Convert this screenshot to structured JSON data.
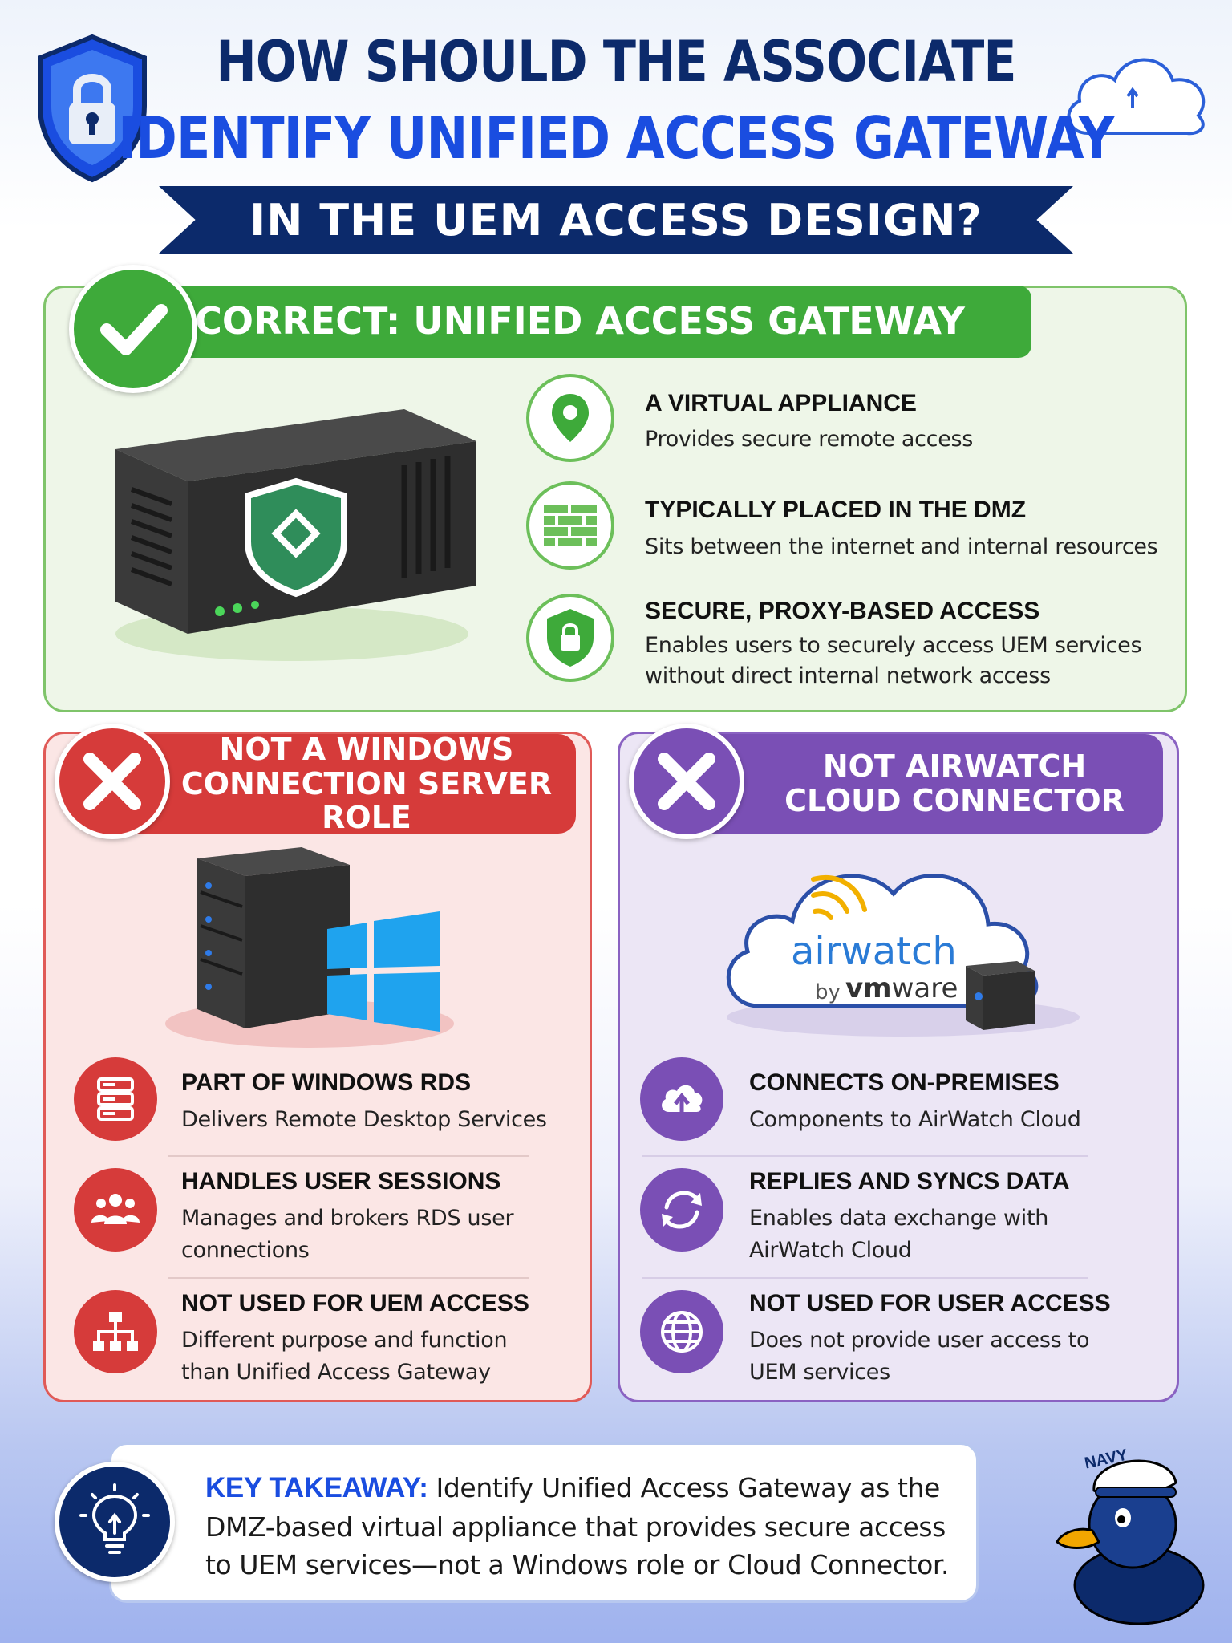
{
  "header": {
    "title_line1": "HOW SHOULD THE ASSOCIATE",
    "title_line2": "IDENTIFY UNIFIED ACCESS GATEWAY",
    "ribbon": "IN THE UEM ACCESS DESIGN?"
  },
  "correct": {
    "banner": "CORRECT: UNIFIED ACCESS GATEWAY",
    "features": [
      {
        "title": "A VIRTUAL APPLIANCE",
        "desc": "Provides secure remote access",
        "icon": "location-pin-icon"
      },
      {
        "title": "TYPICALLY PLACED IN THE DMZ",
        "desc": "Sits between the internet and internal resources",
        "icon": "firewall-brick-icon"
      },
      {
        "title": "SECURE, PROXY-BASED ACCESS",
        "desc_line1": "Enables users to securely access UEM services",
        "desc_line2": "without direct internal network access",
        "icon": "shield-lock-icon"
      }
    ]
  },
  "windows": {
    "banner_line1": "NOT A WINDOWS",
    "banner_line2": "CONNECTION SERVER ROLE",
    "features": [
      {
        "title": "PART OF WINDOWS RDS",
        "desc": "Delivers Remote Desktop Services",
        "icon": "server-stack-icon"
      },
      {
        "title": "HANDLES USER SESSIONS",
        "desc_line1": "Manages and brokers RDS user",
        "desc_line2": "connections",
        "icon": "users-group-icon"
      },
      {
        "title": "NOT USED FOR UEM ACCESS",
        "desc_line1": "Different purpose and function",
        "desc_line2": "than Unified Access Gateway",
        "icon": "hierarchy-icon"
      }
    ]
  },
  "airwatch": {
    "banner_line1": "NOT AIRWATCH",
    "banner_line2": "CLOUD CONNECTOR",
    "logo_word": "airwatch",
    "logo_by": "by",
    "logo_vm": "vm",
    "logo_ware": "ware",
    "features": [
      {
        "title": "CONNECTS ON-PREMISES",
        "desc": "Components to AirWatch Cloud",
        "icon": "cloud-upload-icon"
      },
      {
        "title": "REPLIES AND SYNCS DATA",
        "desc_line1": "Enables data exchange with",
        "desc_line2": "AirWatch Cloud",
        "icon": "sync-icon"
      },
      {
        "title": "NOT USED FOR USER ACCESS",
        "desc_line1": "Does not provide user access to",
        "desc_line2": "UEM services",
        "icon": "globe-icon"
      }
    ]
  },
  "takeaway": {
    "label": "KEY TAKEAWAY:",
    "text_line1": " Identify Unified Access Gateway as the",
    "text_line2": "DMZ-based virtual appliance that provides secure access",
    "text_line3": "to UEM services—not a Windows role or Cloud Connector."
  },
  "mascot": {
    "hat_text": "NAVY"
  },
  "colors": {
    "navy": "#0c2a6b",
    "blue": "#1a4de0",
    "green": "#3eaa3a",
    "red": "#d63b3a",
    "purple": "#7a4fb5"
  }
}
